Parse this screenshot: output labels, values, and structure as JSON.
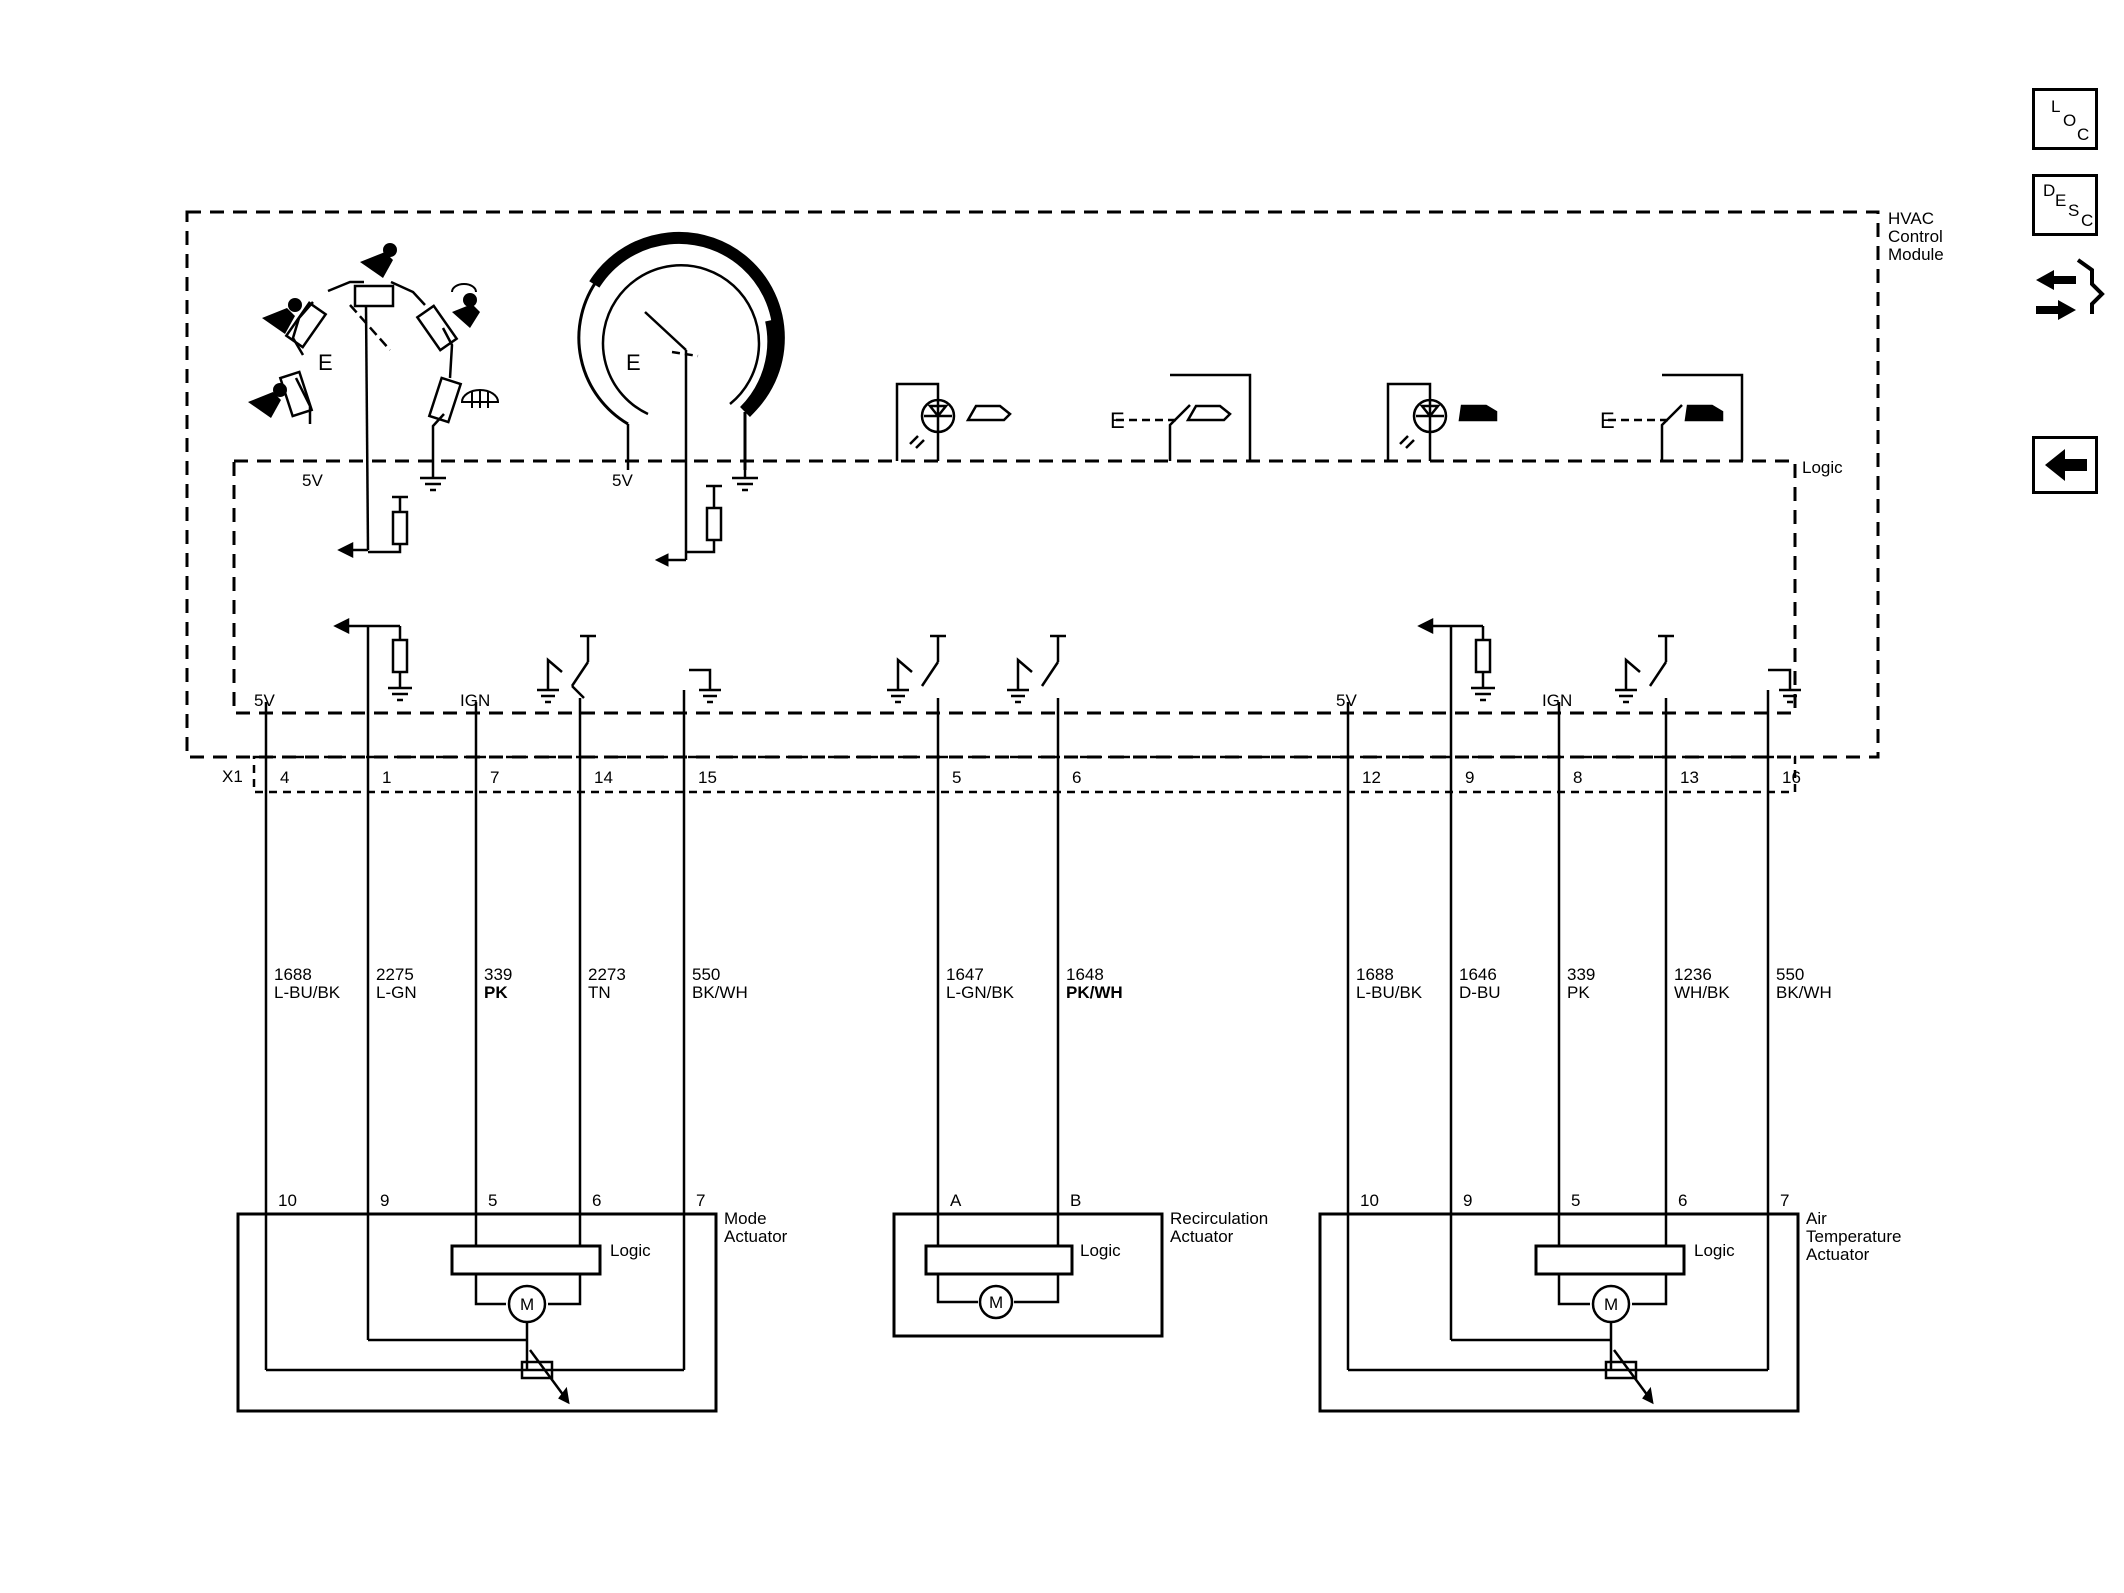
{
  "module": {
    "title_lines": [
      "HVAC",
      "Control",
      "Module"
    ],
    "logic_label": "Logic",
    "connector_label": "X1"
  },
  "module_pins": [
    "4",
    "1",
    "7",
    "14",
    "15",
    "5",
    "6",
    "12",
    "9",
    "8",
    "13",
    "16"
  ],
  "module_inner_labels": {
    "v5_left": "5V",
    "ign_left": "IGN",
    "v5_right": "5V",
    "ign_right": "IGN",
    "mode_knob_5v": "5V",
    "temp_knob_5v": "5V",
    "knob_e": "E"
  },
  "wires": [
    {
      "circuit": "1688",
      "color": "L-BU/BK"
    },
    {
      "circuit": "2275",
      "color": "L-GN"
    },
    {
      "circuit": "339",
      "color": "PK"
    },
    {
      "circuit": "2273",
      "color": "TN"
    },
    {
      "circuit": "550",
      "color": "BK/WH"
    },
    {
      "circuit": "1647",
      "color": "L-GN/BK"
    },
    {
      "circuit": "1648",
      "color": "PK/WH"
    },
    {
      "circuit": "1688",
      "color": "L-BU/BK"
    },
    {
      "circuit": "1646",
      "color": "D-BU"
    },
    {
      "circuit": "339",
      "color": "PK"
    },
    {
      "circuit": "1236",
      "color": "WH/BK"
    },
    {
      "circuit": "550",
      "color": "BK/WH"
    }
  ],
  "actuator_pins": [
    "10",
    "9",
    "5",
    "6",
    "7",
    "A",
    "B",
    "10",
    "9",
    "5",
    "6",
    "7"
  ],
  "actuators": [
    {
      "name_lines": [
        "Mode",
        "Actuator"
      ],
      "logic": "Logic",
      "motor": "M"
    },
    {
      "name_lines": [
        "Recirculation",
        "Actuator"
      ],
      "logic": "Logic",
      "motor": "M"
    },
    {
      "name_lines": [
        "Air",
        "Temperature",
        "Actuator"
      ],
      "logic": "Logic",
      "motor": "M"
    }
  ],
  "nav": {
    "loc": [
      "L",
      "O",
      "C"
    ],
    "desc": [
      "D",
      "E",
      "S",
      "C"
    ],
    "nav_icon": "connector-view-icon",
    "back_icon": "back-arrow-icon"
  }
}
